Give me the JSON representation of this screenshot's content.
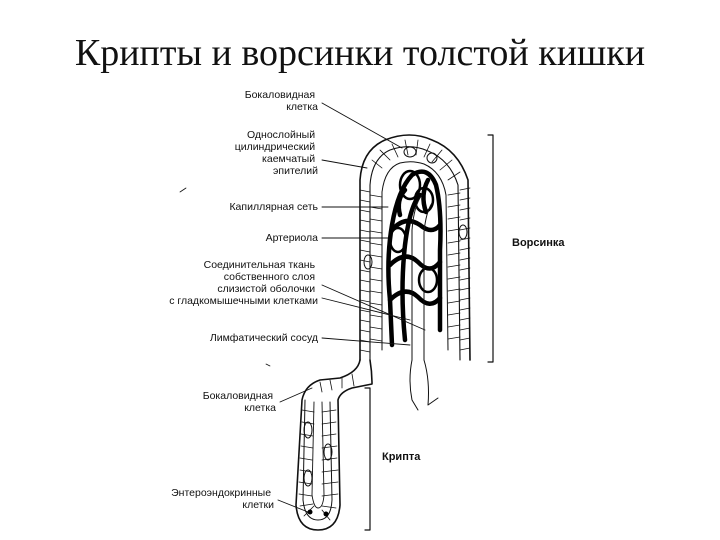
{
  "title": "Крипты и ворсинки толстой кишки",
  "labels": {
    "goblet_cell_top": [
      "Бокаловидная",
      "клетка"
    ],
    "epithelium": [
      "Однослойный",
      "цилиндрический",
      "каемчатый",
      "эпителий"
    ],
    "capillary_net": [
      "Капиллярная сеть"
    ],
    "arteriole": [
      "Артериола"
    ],
    "connective_tissue": [
      "Соединительная ткань",
      "собственного слоя",
      "слизистой оболочки",
      "с гладкомышечными клетками"
    ],
    "lymphatic_vessel": [
      "Лимфатический сосуд"
    ],
    "goblet_cell_bottom": [
      "Бокаловидная",
      "клетка"
    ],
    "enteroendocrine": [
      "Энтероэндокринные",
      "клетки"
    ]
  },
  "regions": {
    "villus": "Ворсинка",
    "crypt": "Крипта"
  }
}
